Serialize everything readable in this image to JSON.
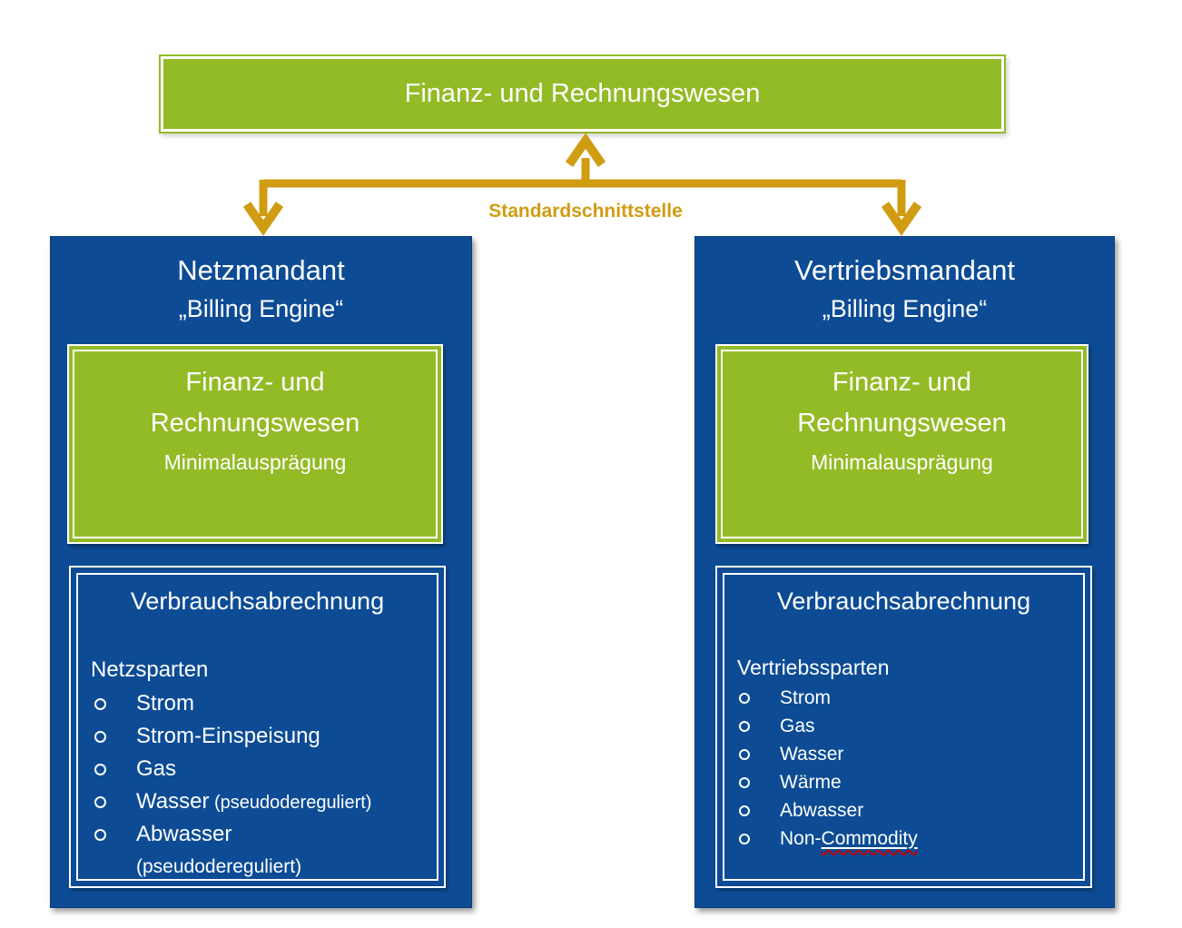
{
  "colors": {
    "green": "#93BB26",
    "blue": "#0D4C95",
    "gold": "#D09C12",
    "squiggle_red": "#C00000"
  },
  "top_box": {
    "title": "Finanz- und Rechnungswesen"
  },
  "connector": {
    "label": "Standardschnittstelle"
  },
  "left_panel": {
    "title": "Netzmandant",
    "subtitle": "„Billing Engine“",
    "green_box": {
      "line1": "Finanz- und",
      "line2": "Rechnungswesen",
      "line3": "Minimalausprägung"
    },
    "billing_box": {
      "heading": "Verbrauchsabrechnung",
      "list_title": "Netzsparten",
      "items": [
        {
          "main": "Strom"
        },
        {
          "main": "Strom-Einspeisung"
        },
        {
          "main": "Gas"
        },
        {
          "main": "Wasser",
          "note": "(pseudodereguliert)"
        },
        {
          "main": "Abwasser",
          "note2": "(pseudodereguliert)"
        }
      ]
    }
  },
  "right_panel": {
    "title": "Vertriebsmandant",
    "subtitle": "„Billing Engine“",
    "green_box": {
      "line1": "Finanz- und",
      "line2": "Rechnungswesen",
      "line3": "Minimalausprägung"
    },
    "billing_box": {
      "heading": "Verbrauchsabrechnung",
      "list_title": "Vertriebssparten",
      "items": [
        {
          "main": "Strom"
        },
        {
          "main": "Gas"
        },
        {
          "main": "Wasser"
        },
        {
          "main": "Wärme"
        },
        {
          "main": "Abwasser"
        },
        {
          "main": "Non-",
          "underline": "Commodity"
        }
      ]
    }
  }
}
